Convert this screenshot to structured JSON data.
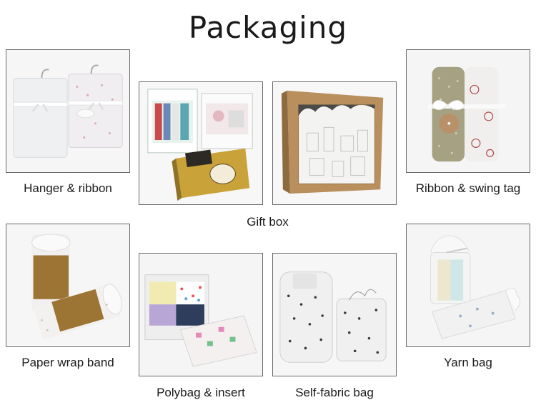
{
  "page": {
    "title": "Packaging"
  },
  "captions": {
    "hanger_ribbon": "Hanger & ribbon",
    "gift_box": "Gift box",
    "ribbon_swing_tag": "Ribbon & swing tag",
    "paper_wrap_band": "Paper wrap band",
    "polybag_insert": "Polybag & insert",
    "self_fabric_bag": "Self-fabric bag",
    "yarn_bag": "Yarn bag"
  },
  "images": [
    {
      "name": "hanger-ribbon-photo"
    },
    {
      "name": "gift-box-windowed-photo"
    },
    {
      "name": "gift-box-kraft-window-photo"
    },
    {
      "name": "ribbon-swing-tag-photo"
    },
    {
      "name": "paper-wrap-band-photo"
    },
    {
      "name": "polybag-insert-photo"
    },
    {
      "name": "self-fabric-bag-photo"
    },
    {
      "name": "yarn-bag-photo"
    }
  ]
}
